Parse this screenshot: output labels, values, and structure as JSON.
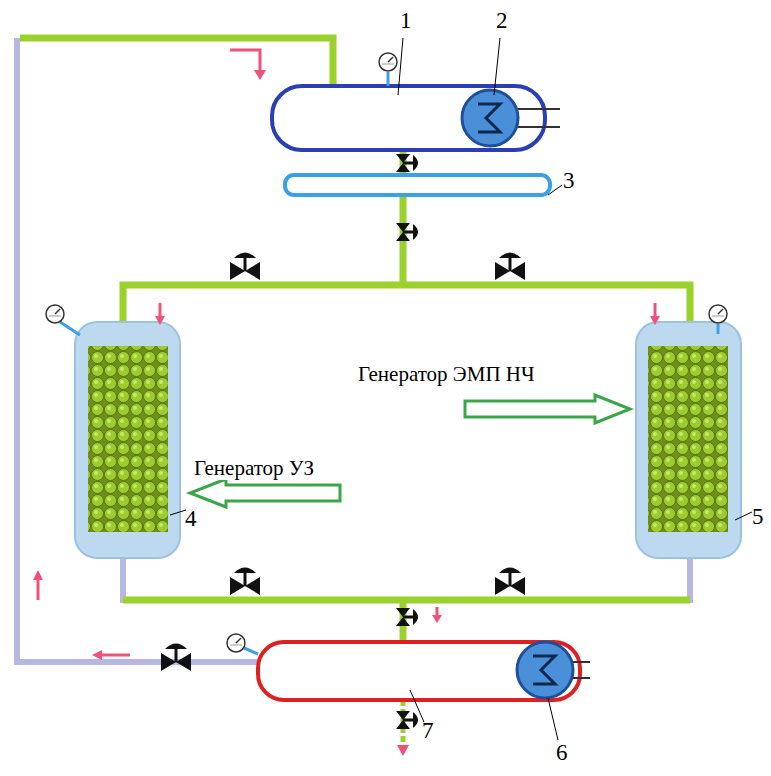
{
  "diagram": {
    "labels": [
      "1",
      "2",
      "3",
      "Генератор ЭМП НЧ",
      "4",
      "5",
      "Генератор УЗ",
      "7",
      "6"
    ]
  }
}
